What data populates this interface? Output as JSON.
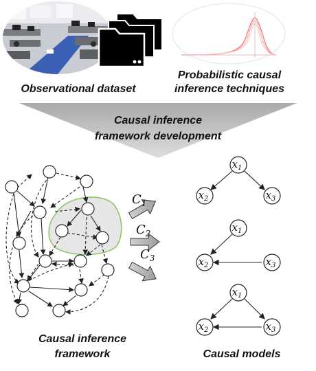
{
  "top": {
    "dataset_label": "Observational dataset",
    "techniques_label_line1": "Probabilistic causal",
    "techniques_label_line2": "inference techniques"
  },
  "banner": {
    "line1": "Causal inference",
    "line2": "framework development"
  },
  "framework": {
    "label_line1": "Causal inference",
    "label_line2": "framework"
  },
  "arrows": [
    {
      "base": "C",
      "sub": "1"
    },
    {
      "base": "C",
      "sub": "2"
    },
    {
      "base": "C",
      "sub": "3"
    }
  ],
  "models": {
    "label": "Causal models",
    "nodes": [
      {
        "base": "x",
        "sub": "1"
      },
      {
        "base": "x",
        "sub": "2"
      },
      {
        "base": "x",
        "sub": "3"
      }
    ]
  },
  "colors": {
    "highlight_fill": "#e6e6e6",
    "highlight_stroke": "#8fc46b",
    "banner_fill": "#c4c4c4",
    "curve": "#f08080"
  },
  "icons": [
    "office-photo",
    "folders-icon",
    "distribution-curve"
  ]
}
